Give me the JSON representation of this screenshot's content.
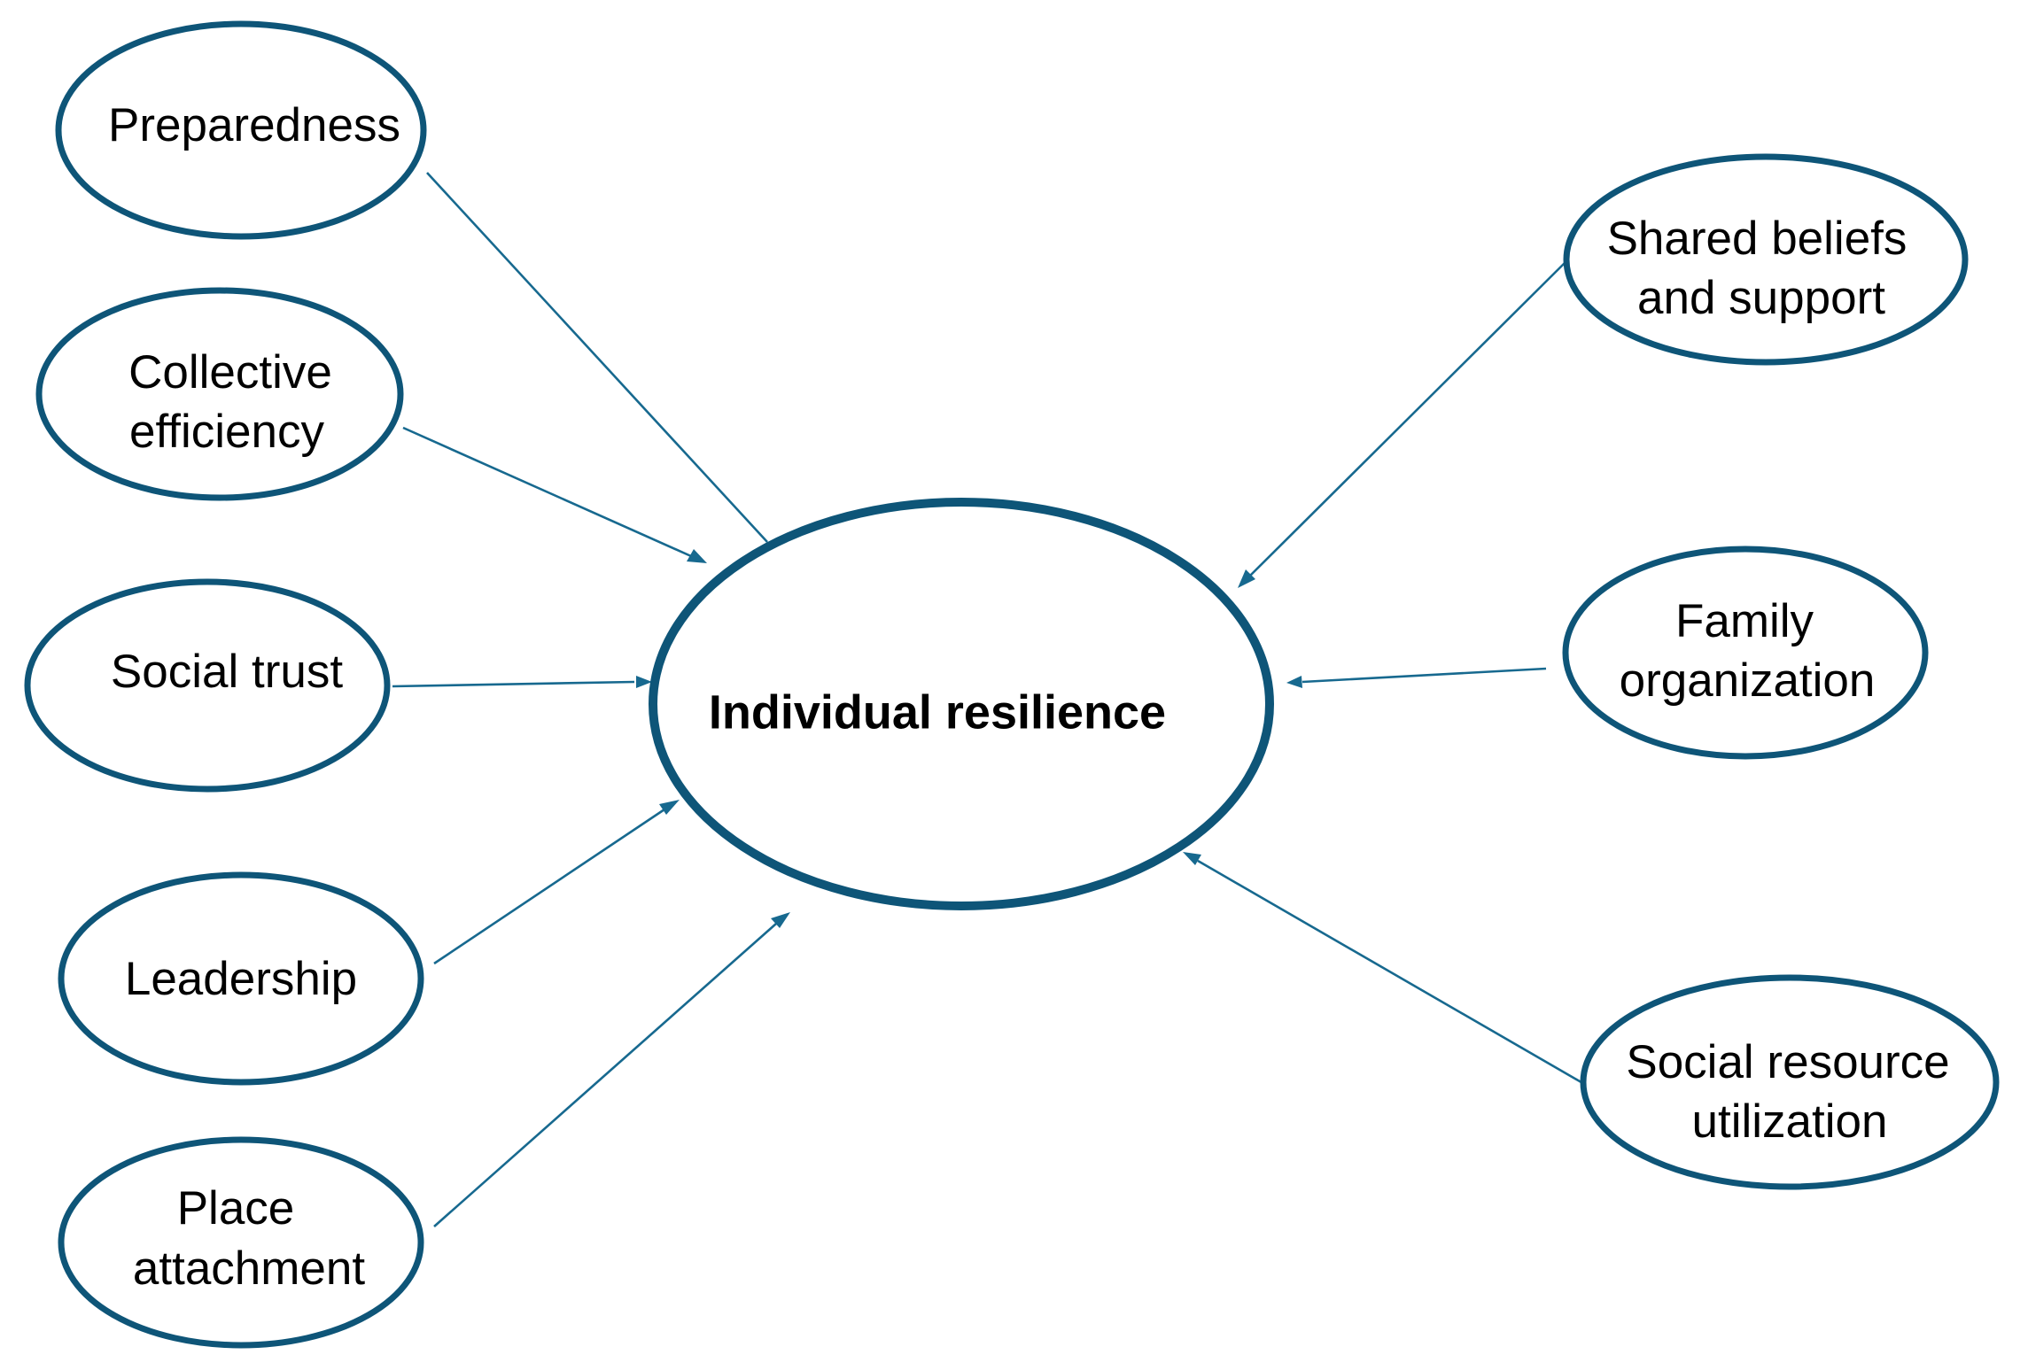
{
  "colors": {
    "node_border": "#0e5578",
    "connector": "#17698f",
    "text": "#000000",
    "background": "#ffffff"
  },
  "center_node": {
    "label": "Individual resilience"
  },
  "left_nodes": [
    {
      "id": "preparedness",
      "lines": [
        "Preparedness"
      ]
    },
    {
      "id": "collective-efficiency",
      "lines": [
        "Collective",
        "efficiency"
      ]
    },
    {
      "id": "social-trust",
      "lines": [
        "Social trust"
      ]
    },
    {
      "id": "leadership",
      "lines": [
        "Leadership"
      ]
    },
    {
      "id": "place-attachment",
      "lines": [
        "Place",
        "attachment"
      ]
    }
  ],
  "right_nodes": [
    {
      "id": "shared-beliefs-and-support",
      "lines": [
        "Shared beliefs",
        "and support"
      ]
    },
    {
      "id": "family-organization",
      "lines": [
        "Family",
        "organization"
      ]
    },
    {
      "id": "social-resource-utilization",
      "lines": [
        "Social resource",
        "utilization"
      ]
    }
  ]
}
